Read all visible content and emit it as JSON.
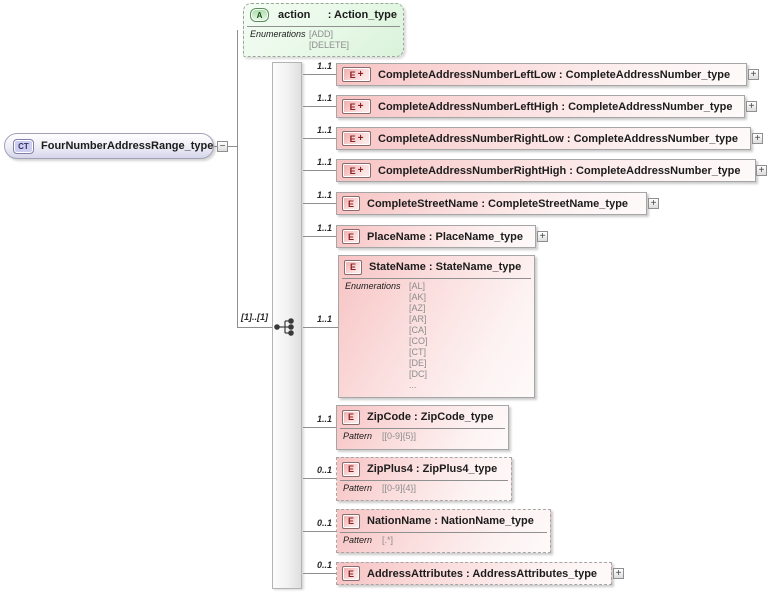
{
  "diagram": {
    "separator": " : "
  },
  "icons": {
    "expand": "+",
    "collapse": "−"
  },
  "colors": {
    "element_fill": "#f7c3c3",
    "element_border": "#a6a6a6",
    "attribute_fill": "#e6f8e6",
    "complextype_fill": "#d6d6ec",
    "badge_element": "#8b1f1f",
    "line": "#8f8f8f"
  },
  "root": {
    "kind_badge": "CT",
    "name": "FourNumberAddressRange_type"
  },
  "attribute": {
    "kind_badge": "A",
    "name": "action",
    "type": "Action_type",
    "facet_label": "Enumerations",
    "values": [
      "[ADD]",
      "[DELETE]"
    ]
  },
  "sequence": {
    "occurs_label": "[1]..[1]"
  },
  "elements": [
    {
      "kind_badge": "E",
      "badge_plus": "+",
      "name": "CompleteAddressNumberLeftLow",
      "type": "CompleteAddressNumber_type",
      "cardinality": "1..1"
    },
    {
      "kind_badge": "E",
      "badge_plus": "+",
      "name": "CompleteAddressNumberLeftHigh",
      "type": "CompleteAddressNumber_type",
      "cardinality": "1..1"
    },
    {
      "kind_badge": "E",
      "badge_plus": "+",
      "name": "CompleteAddressNumberRightLow",
      "type": "CompleteAddressNumber_type",
      "cardinality": "1..1"
    },
    {
      "kind_badge": "E",
      "badge_plus": "+",
      "name": "CompleteAddressNumberRightHigh",
      "type": "CompleteAddressNumber_type",
      "cardinality": "1..1"
    },
    {
      "kind_badge": "E",
      "name": "CompleteStreetName",
      "type": "CompleteStreetName_type",
      "cardinality": "1..1"
    },
    {
      "kind_badge": "E",
      "name": "PlaceName",
      "type": "PlaceName_type",
      "cardinality": "1..1"
    },
    {
      "kind_badge": "E",
      "name": "StateName",
      "type": "StateName_type",
      "cardinality": "1..1",
      "facet_label": "Enumerations",
      "values": [
        "[AL]",
        "[AK]",
        "[AZ]",
        "[AR]",
        "[CA]",
        "[CO]",
        "[CT]",
        "[DE]",
        "[DC]",
        "..."
      ]
    },
    {
      "kind_badge": "E",
      "name": "ZipCode",
      "type": "ZipCode_type",
      "cardinality": "1..1",
      "facet_label": "Pattern",
      "values": [
        "[[0-9]{5}]"
      ]
    },
    {
      "kind_badge": "E",
      "name": "ZipPlus4",
      "type": "ZipPlus4_type",
      "cardinality": "0..1",
      "facet_label": "Pattern",
      "values": [
        "[[0-9]{4}]"
      ]
    },
    {
      "kind_badge": "E",
      "name": "NationName",
      "type": "NationName_type",
      "cardinality": "0..1",
      "facet_label": "Pattern",
      "values": [
        "[.*]"
      ]
    },
    {
      "kind_badge": "E",
      "name": "AddressAttributes",
      "type": "AddressAttributes_type",
      "cardinality": "0..1"
    }
  ]
}
